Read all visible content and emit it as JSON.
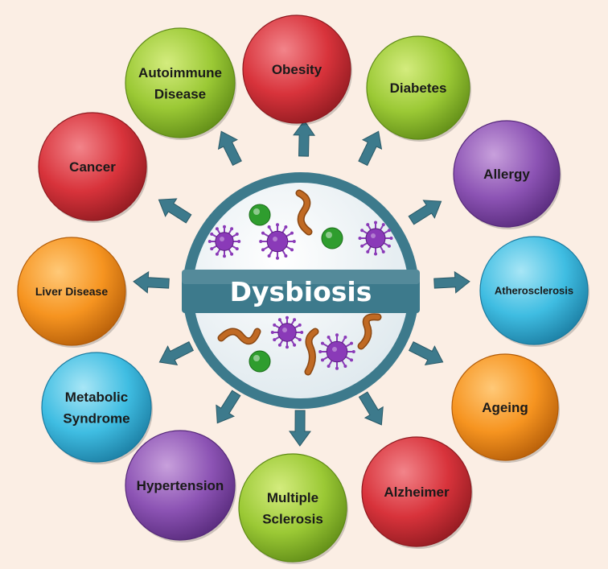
{
  "center": {
    "label": "Dysbiosis"
  },
  "nodes": [
    {
      "id": "obesity",
      "lines": [
        "Obesity"
      ],
      "color": "red"
    },
    {
      "id": "diabetes",
      "lines": [
        "Diabetes"
      ],
      "color": "green"
    },
    {
      "id": "allergy",
      "lines": [
        "Allergy"
      ],
      "color": "purple"
    },
    {
      "id": "atherosclerosis",
      "lines": [
        "Atherosclerosis"
      ],
      "color": "blue",
      "weight": "normal"
    },
    {
      "id": "ageing",
      "lines": [
        "Ageing"
      ],
      "color": "orange"
    },
    {
      "id": "alzheimer",
      "lines": [
        "Alzheimer"
      ],
      "color": "red"
    },
    {
      "id": "multiple-sclerosis",
      "lines": [
        "Multiple",
        "Sclerosis"
      ],
      "color": "green"
    },
    {
      "id": "hypertension",
      "lines": [
        "Hypertension"
      ],
      "color": "purple"
    },
    {
      "id": "metabolic-syndrome",
      "lines": [
        "Metabolic",
        "Syndrome"
      ],
      "color": "blue"
    },
    {
      "id": "liver-disease",
      "lines": [
        "Liver Disease"
      ],
      "color": "orange"
    },
    {
      "id": "cancer",
      "lines": [
        "Cancer"
      ],
      "color": "red"
    },
    {
      "id": "autoimmune-disease",
      "lines": [
        "Autoimmune",
        "Disease"
      ],
      "color": "green"
    }
  ],
  "palette": {
    "red": [
      "#f2848a",
      "#d8333b",
      "#8f1a20"
    ],
    "green": [
      "#d4ec7e",
      "#9bc935",
      "#5e8a16"
    ],
    "purple": [
      "#c8a0dc",
      "#8c53b4",
      "#56297a"
    ],
    "blue": [
      "#a8e6f6",
      "#3fbde2",
      "#1a7ba0"
    ],
    "orange": [
      "#ffc978",
      "#f69420",
      "#b35c08"
    ],
    "arrow": "#3d7a8c",
    "banner": "#3d7a8c",
    "background": "#fbeee4"
  },
  "microbes": {
    "bacteria_color": "#2f9d2e",
    "virus_color": "#8a3ab8",
    "worm_color": "#c06a24"
  }
}
